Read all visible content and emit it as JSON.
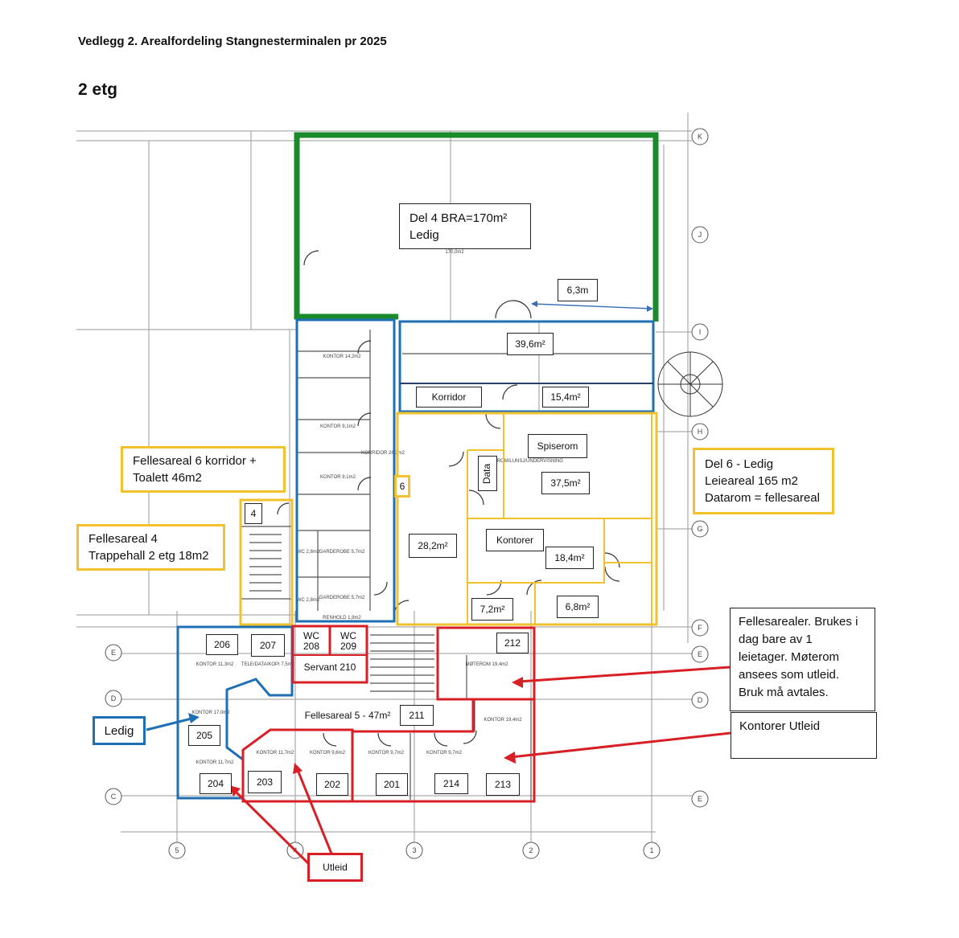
{
  "document": {
    "title": "Vedlegg 2. Arealfordeling Stangnesterminalen pr 2025",
    "floor": "2 etg"
  },
  "colors": {
    "green": "#1a8a2a",
    "blue": "#1f6fb5",
    "yellow": "#f2c12e",
    "red": "#d81f26",
    "navy": "#27416b"
  },
  "grid_labels": {
    "rows_right": [
      "K",
      "J",
      "I",
      "H",
      "G",
      "F",
      "E",
      "D",
      "E"
    ],
    "rows_left": [
      "E",
      "D",
      "C"
    ],
    "columns": [
      "5",
      "4",
      "3",
      "2",
      "1"
    ]
  },
  "labels": {
    "del4_line1": "Del 4 BRA=170m²",
    "del4_line2": "Ledig",
    "dim_6_3": "6,3m",
    "area_39_6": "39,6m²",
    "korridor": "Korridor",
    "area_15_4": "15,4m²",
    "spiserom": "Spiserom",
    "data": "Data",
    "area_37_5": "37,5m²",
    "num_6": "6",
    "num_4": "4",
    "area_28_2": "28,2m²",
    "kontorer": "Kontorer",
    "area_18_4": "18,4m²",
    "area_7_2": "7,2m²",
    "area_6_8": "6,8m²",
    "felles6_line1": "Fellesareal 6 korridor +",
    "felles6_line2": "Toalett 46m2",
    "felles4_line1": "Fellesareal 4",
    "felles4_line2": "Trappehall 2 etg 18m2",
    "del6_line1": "Del 6 - Ledig",
    "del6_line2": "Leieareal 165 m2",
    "del6_line3": "Datarom = fellesareal",
    "room_206": "206",
    "room_207": "207",
    "wc208_line1": "WC",
    "wc208_line2": "208",
    "wc209_line1": "WC",
    "wc209_line2": "209",
    "servant_210": "Servant 210",
    "room_212": "212",
    "felles5": "Fellesareal 5 - 47m²",
    "room_211": "211",
    "room_205": "205",
    "room_204": "204",
    "room_203": "203",
    "room_202": "202",
    "room_201": "201",
    "room_214": "214",
    "room_213": "213",
    "ledig": "Ledig",
    "utleid": "Utleid"
  },
  "notes": {
    "felles_line1": "Fellesarealer. Brukes i",
    "felles_line2": "dag bare av 1",
    "felles_line3": "leietager. Møterom",
    "felles_line4": "ansees som utleid.",
    "felles_line5": "Bruk må avtales.",
    "kontorer_utleid": "Kontorer Utleid"
  },
  "plan_text": {
    "kontor_14_2": "KONTOR 14,2m2",
    "kontor_9a": "KONTOR 9,1m2",
    "kontor_9b": "KONTOR 9,1m2",
    "korridor_26_2": "KORRIDOR 26,2m2",
    "wc_a": "WC 2,8m2",
    "wc_b": "WC 2,8m2",
    "garderobe_a": "GARDEROBE 5,7m2",
    "garderobe_b": "GARDEROBE 5,7m2",
    "renhold": "RENHOLD 1,9m2",
    "moterom": "MØTEROM 19,4m2",
    "kontor_213": "KONTOR 19,4m2",
    "kontor_205": "KONTOR 17,0m2",
    "kontor_204": "KONTOR 11,7m2",
    "kontor_203": "KONTOR 11,7m2",
    "kontor_202": "KONTOR 9,6m2",
    "kontor_201": "KONTOR 9,7m2",
    "kontor_214": "KONTOR 9,7m2",
    "kontor_206": "KONTOR 11,3m2",
    "tele_207": "TELE/DATA/KOPI 7,5m2",
    "spiserom_plan": "SPISEROM/LUNSJ/UNDERVISNING",
    "area_170": "170,0m2"
  }
}
